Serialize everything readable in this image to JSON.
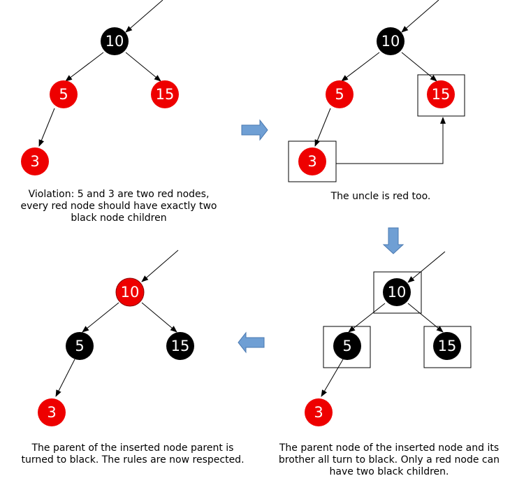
{
  "colors": {
    "red_node": "#ee0000",
    "black_node": "#000000",
    "node_text": "#ffffff",
    "edge": "#000000",
    "highlight_box": "#000000",
    "step_arrow": "#6f9fd4"
  },
  "panels": {
    "top_left": {
      "nodes": {
        "root": "10",
        "left": "5",
        "right": "15",
        "left_left": "3"
      },
      "node_colors": {
        "root": "black",
        "left": "red",
        "right": "red",
        "left_left": "red"
      },
      "caption": "Violation: 5 and 3 are two red nodes, every red node should have exactly two black node children"
    },
    "top_right": {
      "nodes": {
        "root": "10",
        "left": "5",
        "right": "15",
        "left_left": "3"
      },
      "node_colors": {
        "root": "black",
        "left": "red",
        "right": "red",
        "left_left": "red"
      },
      "highlighted": [
        "left_left",
        "right"
      ],
      "caption": "The uncle is red too."
    },
    "bottom_right": {
      "nodes": {
        "root": "10",
        "left": "5",
        "right": "15",
        "left_left": "3"
      },
      "node_colors": {
        "root": "black",
        "left": "black",
        "right": "black",
        "left_left": "red"
      },
      "highlighted": [
        "root",
        "left",
        "right"
      ],
      "caption": "The parent node of the inserted node and its brother all turn to black. Only a red node can have two black children."
    },
    "bottom_left": {
      "nodes": {
        "root": "10",
        "left": "5",
        "right": "15",
        "left_left": "3"
      },
      "node_colors": {
        "root": "red",
        "left": "black",
        "right": "black",
        "left_left": "red"
      },
      "caption": "The parent of the inserted node parent is turned to black. The rules are now respected."
    }
  },
  "step_arrows": [
    "right-arrow-icon",
    "down-arrow-icon",
    "left-arrow-icon"
  ]
}
